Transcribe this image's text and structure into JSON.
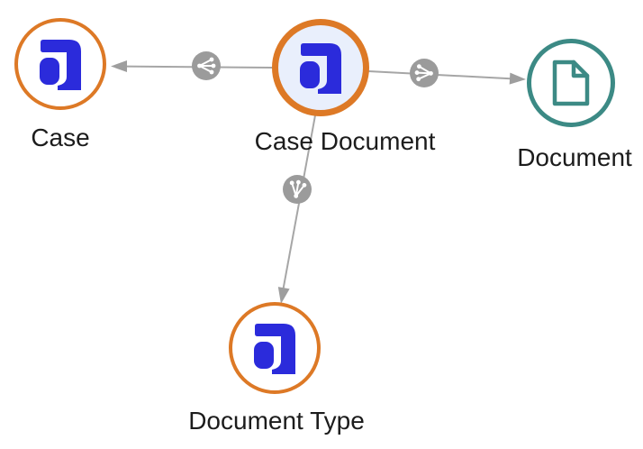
{
  "view": {
    "kind": "graph-schema-diagram",
    "background": "#ffffff"
  },
  "colors": {
    "orange": "#dd7926",
    "blue": "#2b2bdb",
    "teal": "#3c8a85",
    "badge_gray": "#9b9b9b",
    "line_gray": "#a6a6a6",
    "arrow_gray": "#9e9e9e",
    "center_fill": "#e9effc",
    "label": "#1c1c1c",
    "background": "#ffffff"
  },
  "nodes": [
    {
      "id": "case",
      "label": "Case",
      "icon": "letter-a-icon",
      "ring_color": "orange",
      "fill": "white",
      "selected": false
    },
    {
      "id": "case-document",
      "label": "Case Document",
      "icon": "letter-a-icon",
      "ring_color": "orange",
      "fill": "light-blue",
      "selected": true
    },
    {
      "id": "document",
      "label": "Document",
      "icon": "document-icon",
      "ring_color": "teal",
      "fill": "white",
      "selected": false
    },
    {
      "id": "document-type",
      "label": "Document Type",
      "icon": "letter-a-icon",
      "ring_color": "orange",
      "fill": "white",
      "selected": false
    }
  ],
  "edges": [
    {
      "from": "case-document",
      "to": "case",
      "badge_icon": "many-to-one-fan-icon",
      "arrow": "toward-target"
    },
    {
      "from": "case-document",
      "to": "document",
      "badge_icon": "many-to-one-fan-icon",
      "arrow": "toward-target"
    },
    {
      "from": "case-document",
      "to": "document-type",
      "badge_icon": "many-to-one-fan-icon",
      "arrow": "toward-target"
    }
  ]
}
